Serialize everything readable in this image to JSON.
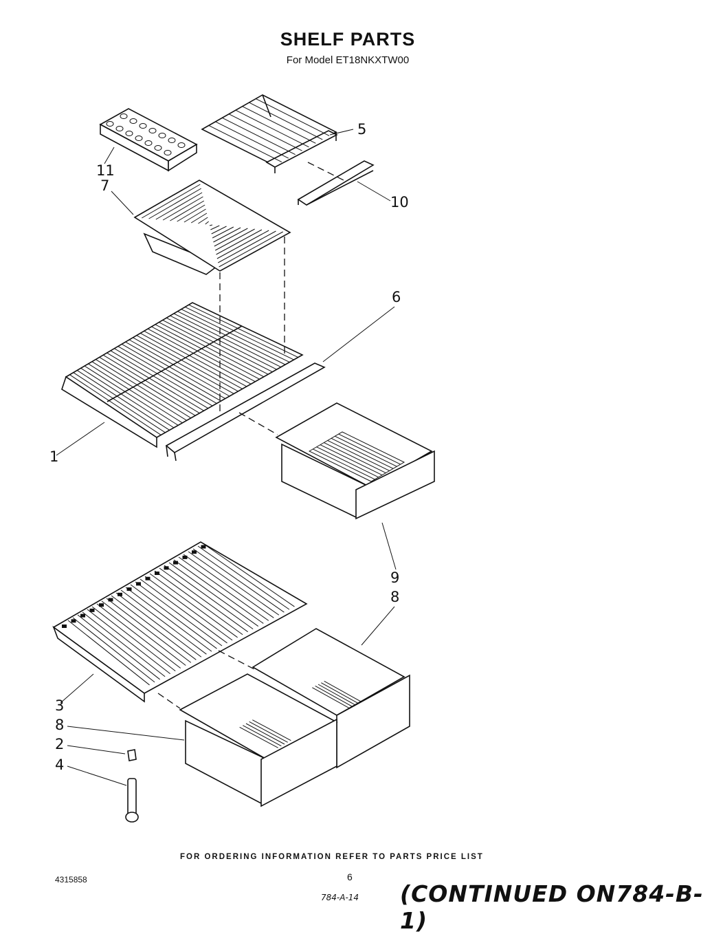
{
  "title": "SHELF PARTS",
  "subtitle": "For Model ET18NKXTW00",
  "callouts": {
    "c11": "11",
    "c7": "7",
    "c5": "5",
    "c10": "10",
    "c6": "6",
    "c1": "1",
    "c9": "9",
    "c8a": "8",
    "c3": "3",
    "c8b": "8",
    "c2": "2",
    "c4": "4"
  },
  "footer": {
    "ordering_note": "FOR ORDERING INFORMATION REFER TO PARTS PRICE LIST",
    "doc_number": "4315858",
    "page_number": "6",
    "handwritten_note": "784-A-14",
    "continued": "(CONTINUED ON784-B-1)"
  }
}
